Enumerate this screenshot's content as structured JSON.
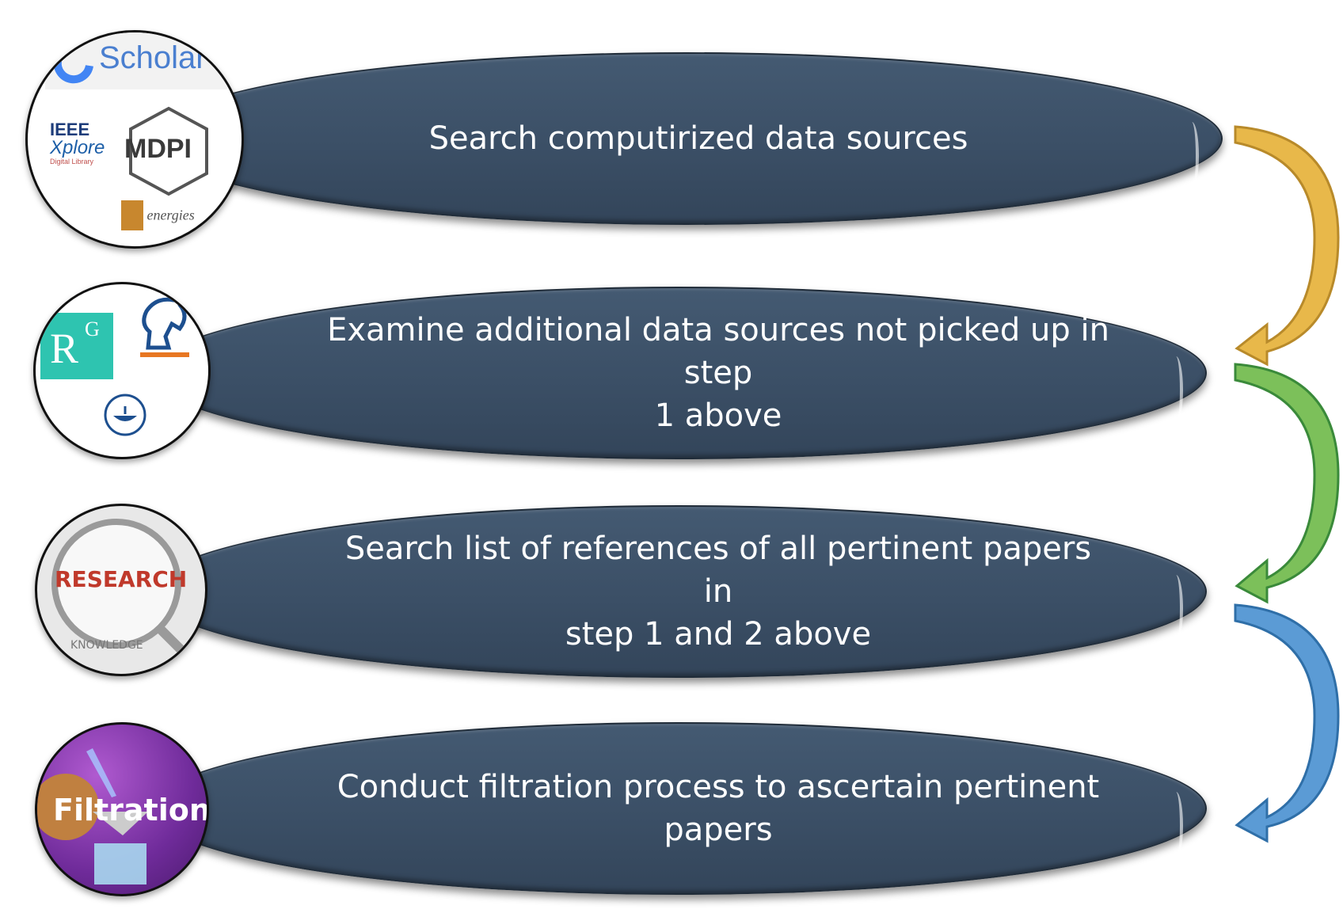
{
  "steps": [
    {
      "text": "Search computirized data sources"
    },
    {
      "text": "Examine additional data sources not picked up in step\n1 above"
    },
    {
      "text": "Search list of references of all pertinent papers in\nstep 1 and 2 above"
    },
    {
      "text": "Conduct filtration process to ascertain pertinent\npapers"
    }
  ],
  "logos": {
    "scholar": "Scholar",
    "ieee": "IEEE",
    "xplore": "Xplore",
    "digital_library": "Digital Library",
    "mdpi": "MDPI",
    "energies": "energies",
    "rg": "R",
    "rg_sup": "G",
    "research": "RESEARCH",
    "knowledge": "KNOWLEDGE",
    "filtration": "Filtration"
  },
  "colors": {
    "capsule": "#3d5169",
    "arrow1": "#e8b84a",
    "arrow2": "#7cc05a",
    "arrow3": "#5b9bd5"
  }
}
